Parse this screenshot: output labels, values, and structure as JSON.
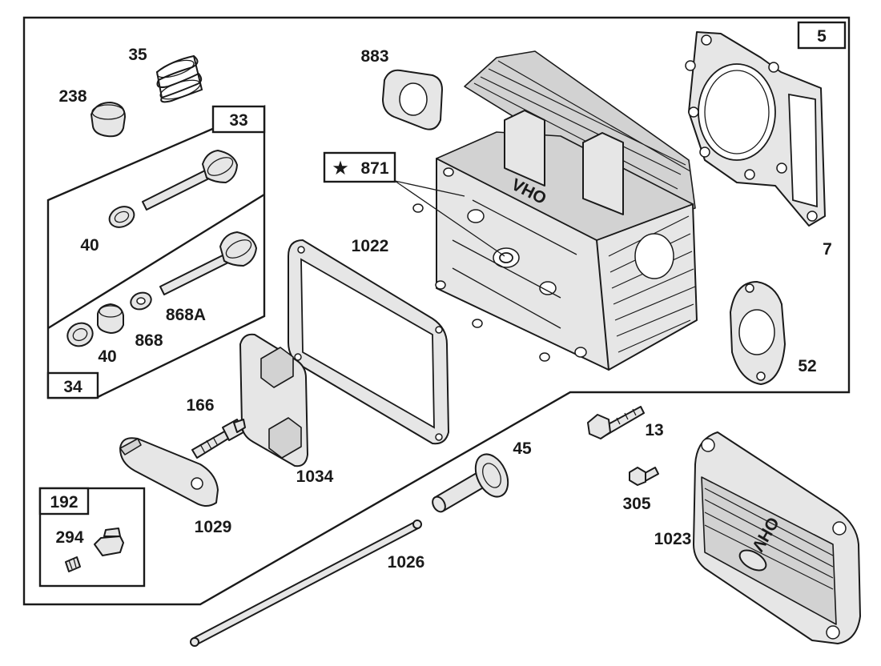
{
  "callouts": {
    "c5": "5",
    "c883": "883",
    "c871": "871",
    "c871_star": "★",
    "c7": "7",
    "c1022": "1022",
    "c52": "52",
    "c35": "35",
    "c238": "238",
    "c33": "33",
    "c40a": "40",
    "c868A": "868A",
    "c868": "868",
    "c40b": "40",
    "c34": "34",
    "c166": "166",
    "c1034": "1034",
    "c1029": "1029",
    "c192": "192",
    "c294": "294",
    "c13": "13",
    "c45": "45",
    "c305": "305",
    "c1023": "1023",
    "c1026": "1026"
  },
  "cast_text": {
    "head_logo": "OHV",
    "cover_logo": "OHV"
  }
}
